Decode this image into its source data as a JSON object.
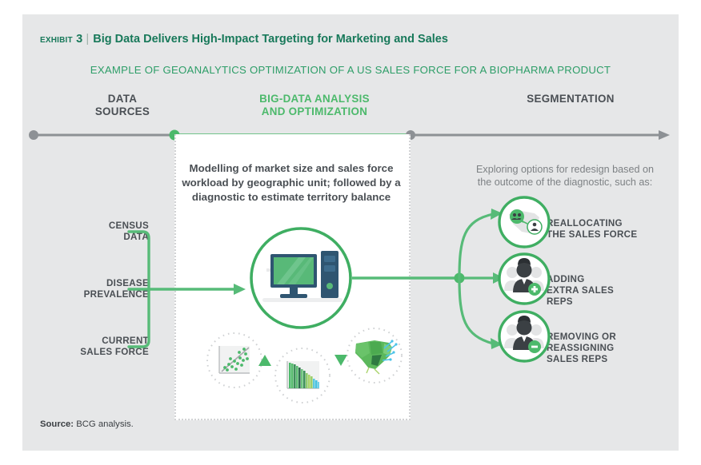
{
  "header": {
    "exhibit_label": "Exhibit 3",
    "divider": "|",
    "title": "Big Data Delivers High-Impact Targeting for Marketing and Sales",
    "subtitle": "EXAMPLE OF GEOANALYTICS OPTIMIZATION OF A US SALES FORCE FOR A BIOPHARMA PRODUCT"
  },
  "columns": {
    "data_sources": "DATA\nSOURCES",
    "analysis": "BIG-DATA ANALYSIS\nAND OPTIMIZATION",
    "segmentation": "SEGMENTATION"
  },
  "center": {
    "description": "Modelling of market size and sales force workload by geographic unit; followed by a diagnostic to estimate territory balance",
    "main_icon": "desktop-computer-icon",
    "sub_icons": [
      {
        "name": "scatter-plot-icon",
        "label": "scatter plot with trend line"
      },
      {
        "name": "bar-chart-icon",
        "label": "descending bar chart"
      },
      {
        "name": "us-map-icon",
        "label": "united states map"
      }
    ]
  },
  "right": {
    "description": "Exploring options for redesign based on the outcome of the diagnostic, such as:",
    "segments": [
      {
        "label": "REALLOCATING\nTHE SALES FORCE",
        "icon": "map-reallocation-icon"
      },
      {
        "label": "ADDING\nEXTRA SALES\nREPS",
        "icon": "person-plus-icon"
      },
      {
        "label": "REMOVING OR\nREASSIGNING\nSALES REPS",
        "icon": "person-minus-icon"
      }
    ]
  },
  "sources": [
    "CENSUS\nDATA",
    "DISEASE\nPREVALENCE",
    "CURRENT\nSALES FORCE"
  ],
  "footer": {
    "source_label": "Source:",
    "source_text": " BCG analysis."
  },
  "colors": {
    "background": "#e6e7e8",
    "panel": "#ffffff",
    "green": "#4cb96b",
    "green_dark": "#2e9e68",
    "title_green": "#18795a",
    "gray_text": "#4a4f54",
    "gray_light": "#7d8184",
    "timeline_gray": "#8d9195",
    "computer_blue": "#2f5571"
  }
}
